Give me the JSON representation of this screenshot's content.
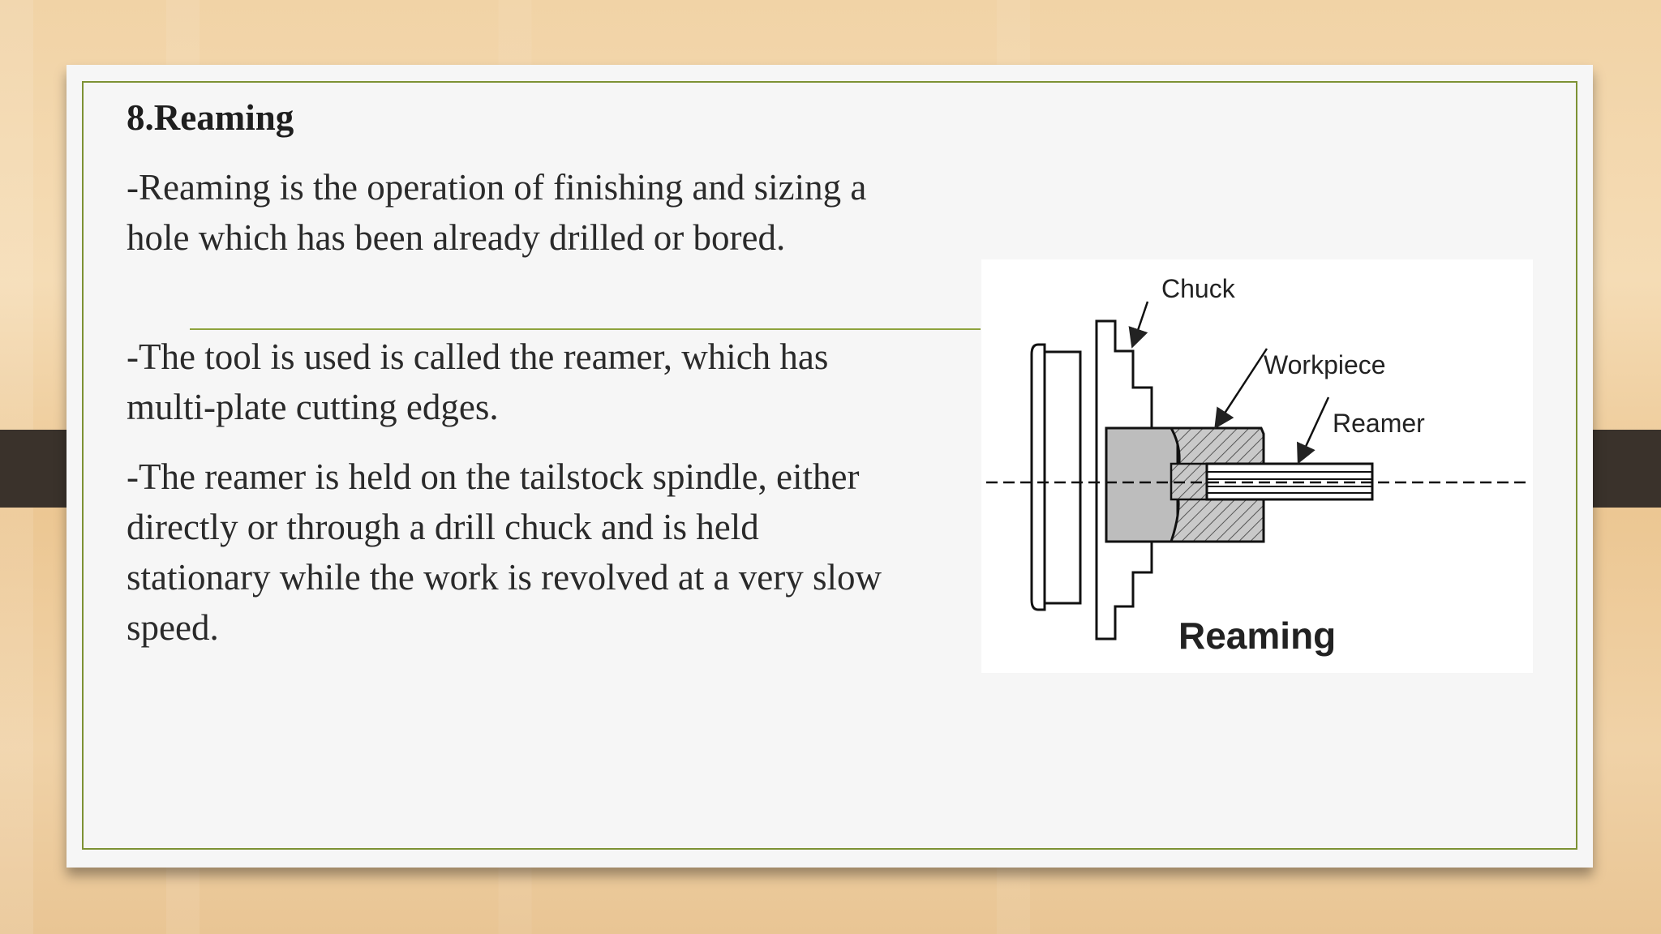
{
  "slide": {
    "heading": "8.Reaming",
    "paragraphs": [
      "-Reaming is the operation of finishing and sizing a hole which has been already drilled or bored.",
      "-The tool is used is called the reamer, which has multi-plate cutting edges.",
      "-The reamer is held on the tailstock spindle, either directly or through a drill chuck and is held stationary while the work is revolved at a very slow speed."
    ]
  },
  "diagram": {
    "labels": {
      "chuck": "Chuck",
      "workpiece": "Workpiece",
      "reamer": "Reamer",
      "caption": "Reaming"
    }
  },
  "colors": {
    "border": "#7d9234",
    "binder": "#3a322b",
    "card": "#f6f6f6"
  }
}
